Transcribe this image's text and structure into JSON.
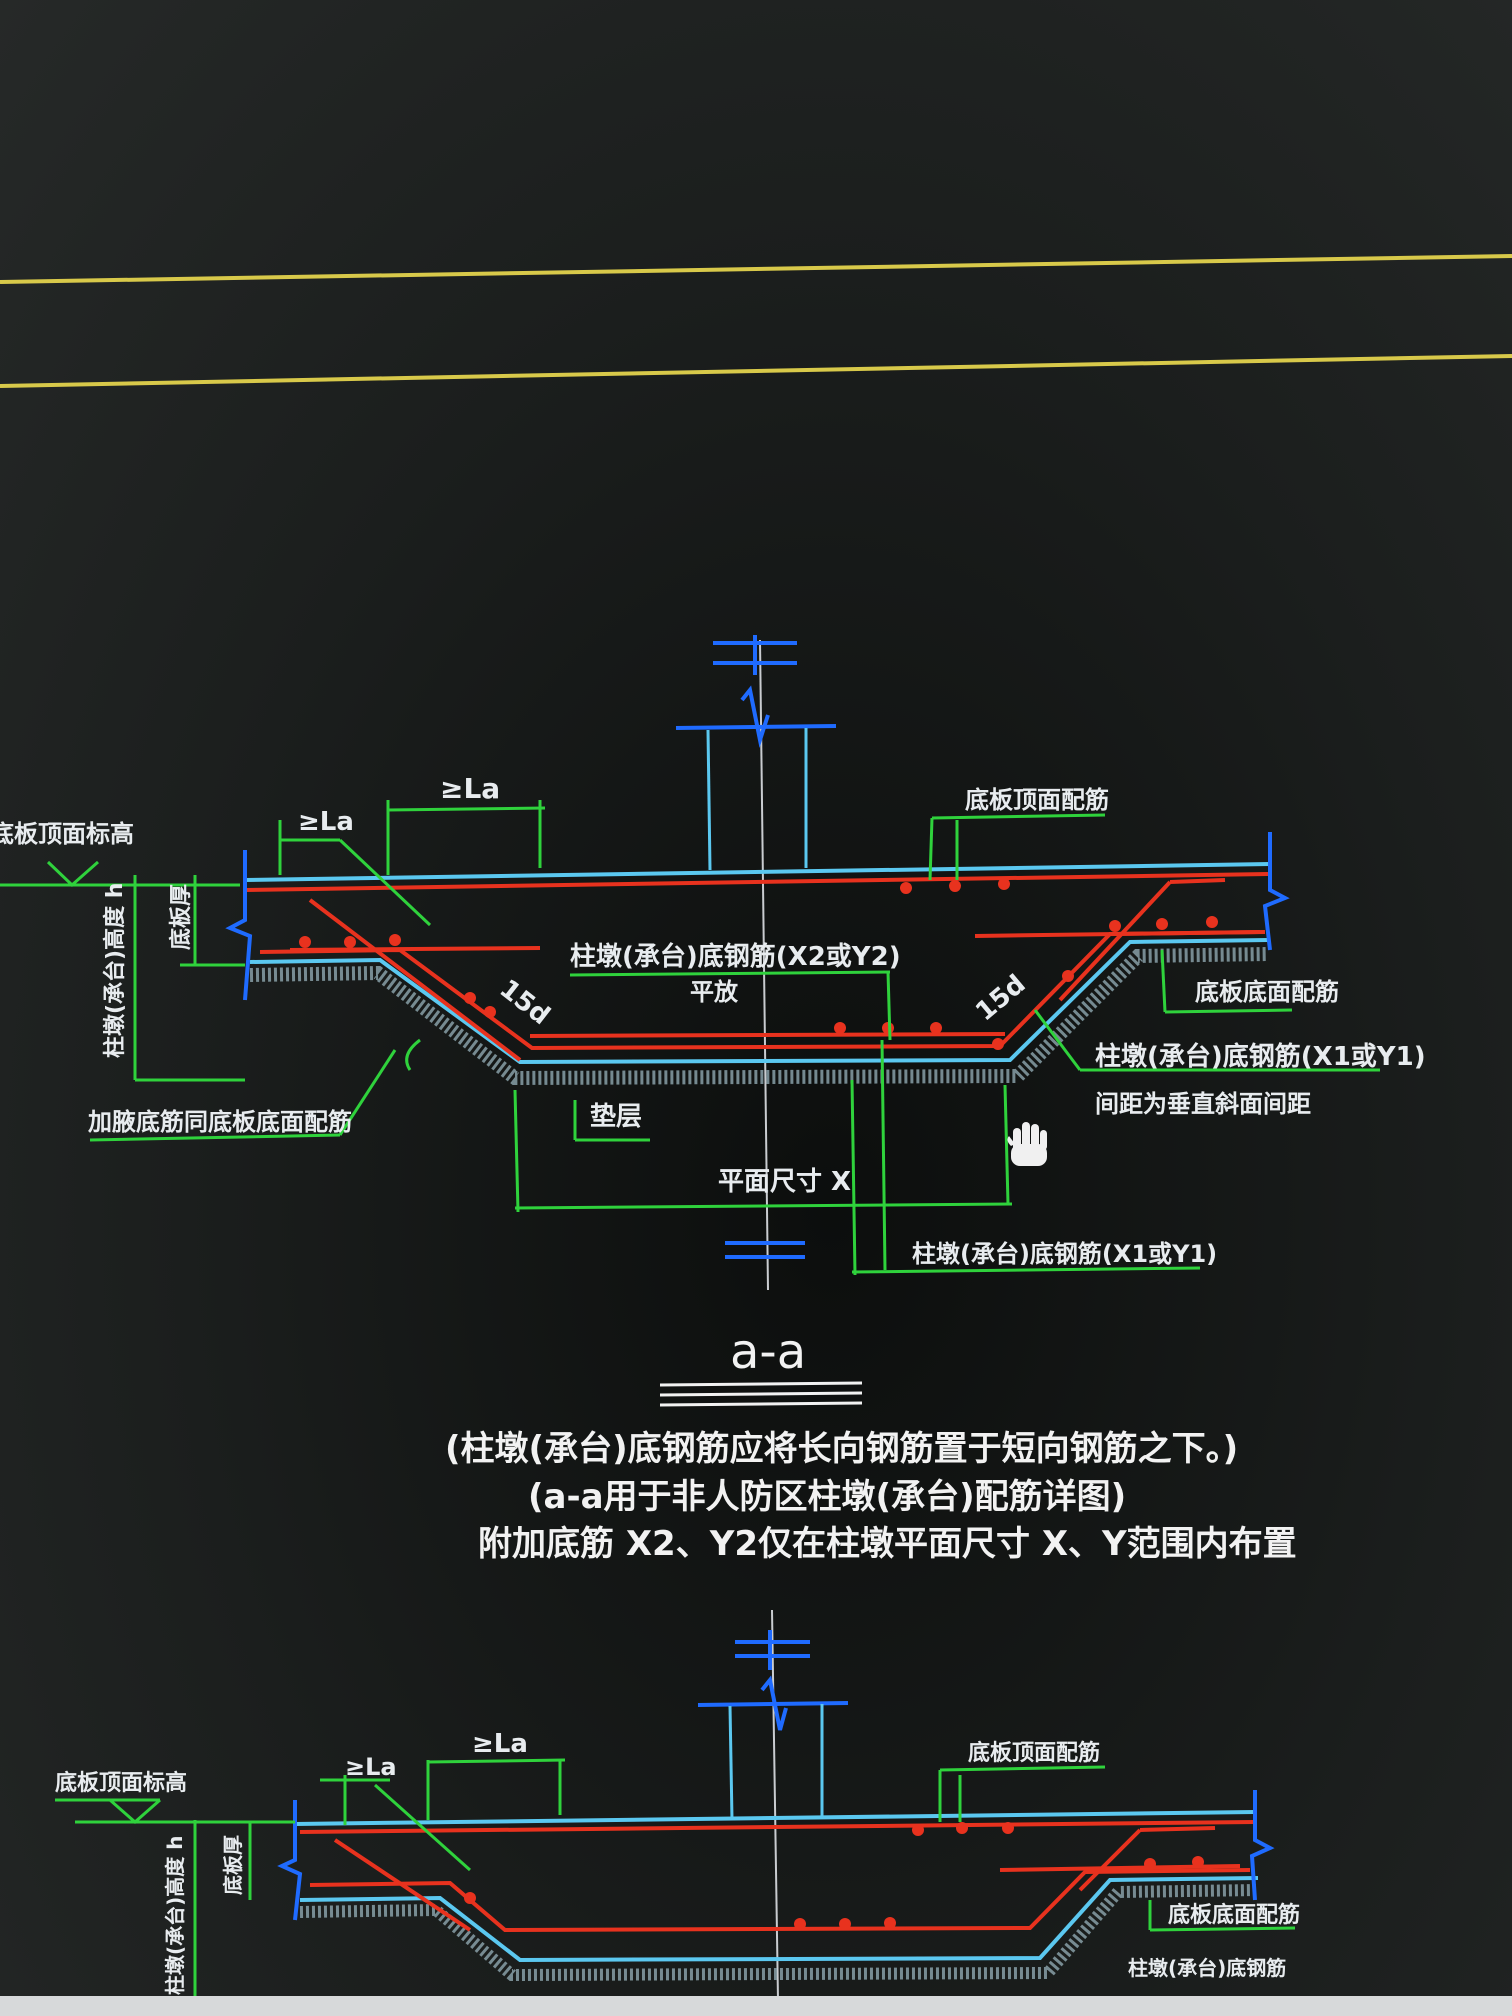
{
  "colors": {
    "background": "#101312",
    "yellow_line": "#d8c94a",
    "rebar_red": "#e8321e",
    "slab_cyan": "#5bc8f0",
    "dim_green": "#2fd23c",
    "axis_blue": "#1f6bff",
    "text_white": "#e8ecef"
  },
  "section_title": "a-a",
  "notes": [
    "(柱墩(承台)底钢筋应将长向钢筋置于短向钢筋之下。)",
    "(a-a用于非人防区柱墩(承台)配筋详图)",
    "附加底筋 X2、Y2仅在柱墩平面尺寸 X、Y范围内布置"
  ],
  "upper_detail": {
    "labels": {
      "slab_top_left": "底板顶面标高",
      "la_1": "≥La",
      "la_2": "≥La",
      "top_reinf": "底板顶面配筋",
      "pier_bottom_x2y2": "柱墩(承台)底钢筋(X2或Y2)",
      "flat": "平放",
      "d15_left": "15d",
      "d15_right": "15d",
      "slab_bottom_right": "底板底面配筋",
      "pier_bottom_x1y1_right": "柱墩(承台)底钢筋(X1或Y1)",
      "spacing_note": "间距为垂直斜面间距",
      "pier_height": "柱墩(承台)高度 h",
      "slab_thickness": "底板厚",
      "extra_bar_note": "加腋底筋同底板底面配筋",
      "cushion": "垫层",
      "plan_size": "平面尺寸 X",
      "pier_bottom_x1y1_bottom": "柱墩(承台)底钢筋(X1或Y1)"
    }
  },
  "lower_detail": {
    "labels": {
      "slab_top_left": "底板顶面标高",
      "la_1": "≥La",
      "la_2": "≥La",
      "top_reinf": "底板顶面配筋",
      "pier_height": "柱墩(承台)高度 h",
      "slab_thickness": "底板厚",
      "slab_bottom_right": "底板底面配筋",
      "pier_bottom_partial": "柱墩(承台)底钢筋"
    }
  },
  "icons": [
    "hand-cursor-icon"
  ]
}
